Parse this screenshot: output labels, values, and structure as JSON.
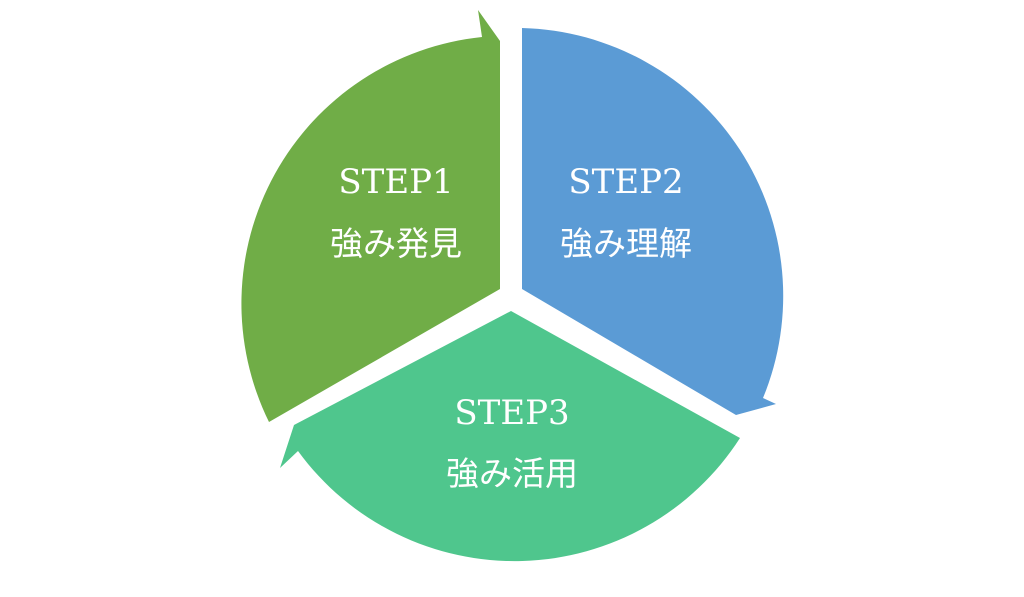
{
  "colors": {
    "background": "#ffffff",
    "label_text": "#ffffff"
  },
  "segments": [
    {
      "step": "STEP1",
      "label": "強み発見",
      "color": "#70ad47"
    },
    {
      "step": "STEP2",
      "label": "強み理解",
      "color": "#5b9bd5"
    },
    {
      "step": "STEP3",
      "label": "強み活用",
      "color": "#4fc68d"
    }
  ]
}
